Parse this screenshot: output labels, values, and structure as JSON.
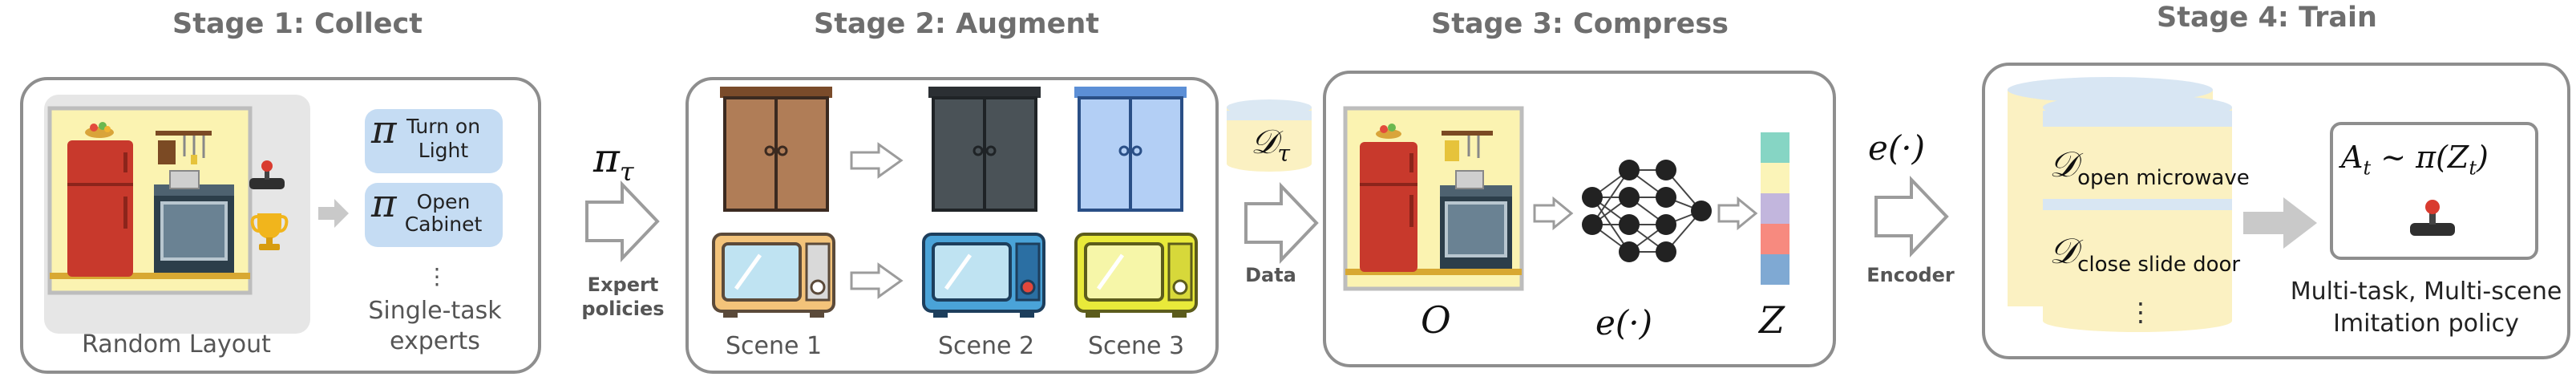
{
  "stages": [
    {
      "title": "Stage 1: Collect"
    },
    {
      "title": "Stage 2: Augment"
    },
    {
      "title": "Stage 3: Compress"
    },
    {
      "title": "Stage 4: Train"
    }
  ],
  "stage1": {
    "layout_label": "Random Layout",
    "experts": [
      {
        "symbol": "π",
        "label_line1": "Turn on",
        "label_line2": "Light"
      },
      {
        "symbol": "π",
        "label_line1": "Open",
        "label_line2": "Cabinet"
      }
    ],
    "ellipsis": "⋮",
    "experts_label_line1": "Single-task",
    "experts_label_line2": "experts"
  },
  "arrow1": {
    "math": "π",
    "subscript": "τ",
    "label_line1": "Expert",
    "label_line2": "policies"
  },
  "stage2": {
    "scene_labels": [
      "Scene 1",
      "Scene 2",
      "Scene 3"
    ],
    "cabinet_colors": [
      "#b07d57",
      "#4a5257",
      "#b3cff5"
    ],
    "microwave_colors": [
      "#f3c37a",
      "#4aa3d8",
      "#e9ea3a"
    ]
  },
  "arrow2": {
    "math": "𝒟",
    "subscript": "τ",
    "label": "Data"
  },
  "stage3": {
    "obs_label": "O",
    "encoder_label": "e(·)",
    "latent_label": "Z",
    "latent_colors": [
      "#86d5c4",
      "#fbf4b8",
      "#c2b6dd",
      "#f78a7f",
      "#7fa9d3"
    ]
  },
  "arrow3": {
    "math": "e(·)",
    "label": "Encoder"
  },
  "stage4": {
    "datasets": [
      {
        "symbol": "𝒟",
        "subscript": "open microwave"
      },
      {
        "symbol": "𝒟",
        "subscript": "close slide door"
      }
    ],
    "ellipsis": "⋮",
    "policy_math": "A",
    "policy_sub": "t",
    "policy_rest": " ~ π(Z",
    "policy_sub2": "t",
    "policy_end": ")",
    "caption_line1": "Multi-task, Multi-scene",
    "caption_line2": "Imitation policy"
  }
}
